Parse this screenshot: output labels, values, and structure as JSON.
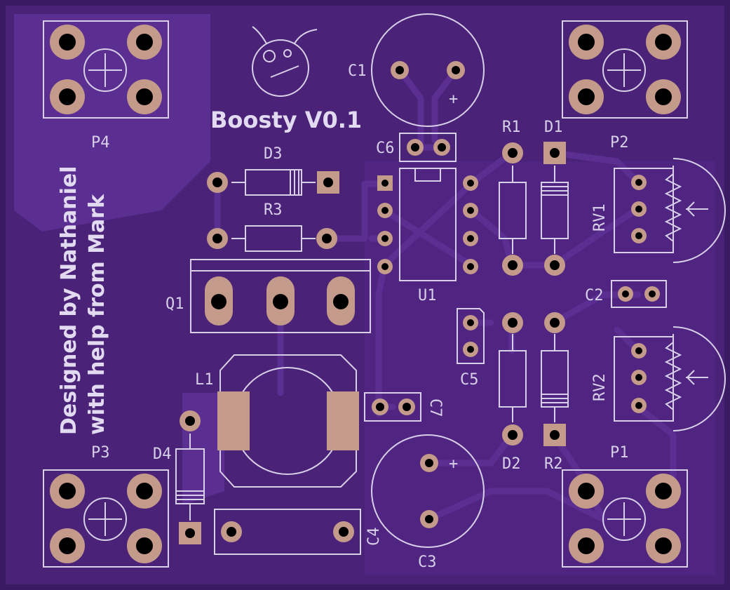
{
  "board": {
    "title": "Boosty V0.1",
    "credit_line1": "Designed by Nathaniel",
    "credit_line2": "with help from Mark",
    "colors": {
      "substrate": "#4a2278",
      "copper_pour": "#5b2e92",
      "silkscreen": "#d8d0e8",
      "pad": "#c49a8a",
      "hole": "#000000"
    }
  },
  "references": {
    "C1": "C1",
    "C2": "C2",
    "C3": "C3",
    "C4": "C4",
    "C5": "C5",
    "C6": "C6",
    "C7": "C7",
    "D1": "D1",
    "D2": "D2",
    "D3": "D3",
    "D4": "D4",
    "R1": "R1",
    "R2": "R2",
    "R3": "R3",
    "RV1": "RV1",
    "RV2": "RV2",
    "Q1": "Q1",
    "L1": "L1",
    "U1": "U1",
    "P1": "P1",
    "P2": "P2",
    "P3": "P3",
    "P4": "P4"
  },
  "polarity": {
    "c1_plus": "+",
    "c3_plus": "+"
  }
}
